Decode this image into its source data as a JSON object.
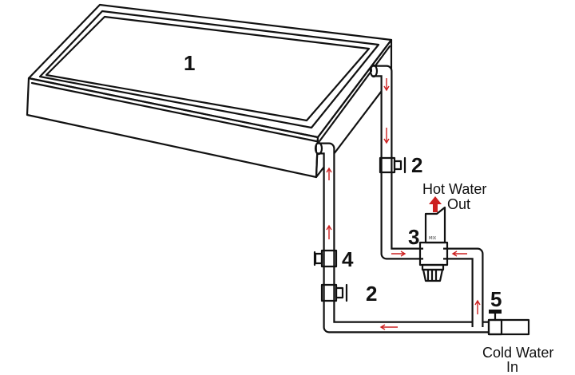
{
  "labels": {
    "collector": "1",
    "check_valve": "2",
    "check_valve_lower": "2",
    "mixing_valve": "3",
    "valve_left": "4",
    "inlet_valve": "5",
    "hot_water_line1": "Hot Water",
    "hot_water_line2": "Out",
    "cold_water_line1": "Cold Water",
    "cold_water_line2": "In",
    "mix_marking": "MIX"
  },
  "colors": {
    "outline": "#111111",
    "flow_arrows": "#cc2020",
    "background": "#ffffff"
  },
  "icons": {
    "hot_water_arrow": "arrow-up-icon"
  }
}
